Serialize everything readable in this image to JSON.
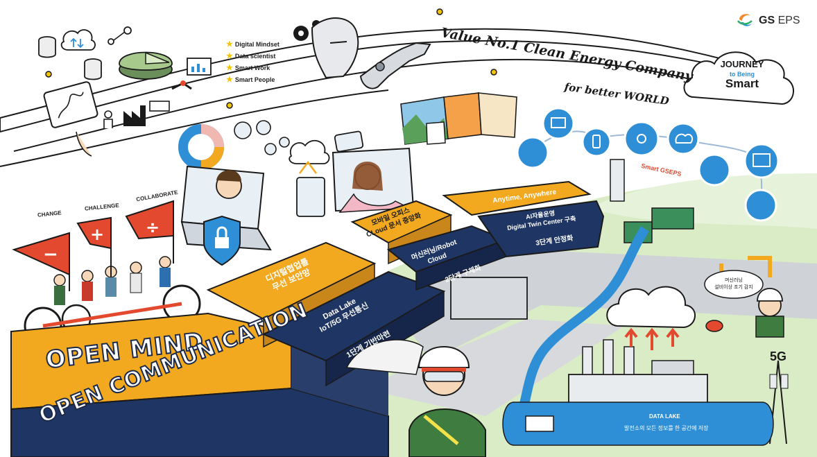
{
  "brand": {
    "logo_text_bold": "GS",
    "logo_text_light": "EPS"
  },
  "vision": {
    "line1": "Value No.1 Clean Energy Company",
    "line2": "for better WORLD"
  },
  "journey_cloud": {
    "line1": "JOURNEY",
    "line2": "to Being",
    "line3": "Smart"
  },
  "skills": [
    "Digital Mindset",
    "Data scientist",
    "Smart Work",
    "Smart People"
  ],
  "flags": [
    "CHANGE",
    "CHALLENGE",
    "COLLABORATE"
  ],
  "banners": {
    "mind": "OPEN MIND",
    "communication": "OPEN COMMUNICATION"
  },
  "steps": {
    "yellow1": {
      "line1": "디지털협업툴",
      "line2": "무선 보안망"
    },
    "navy1": {
      "line1": "Data Lake",
      "line2": "IoT/5G 무선통신",
      "line3": "1단계 기반마련"
    },
    "yellow2": {
      "line1": "모바일 오피스",
      "line2": "CLoud 문서 중앙화"
    },
    "navy2": {
      "line1": "머신러닝/Robot",
      "line2": "Cloud",
      "line3": "2단계 구체화"
    },
    "yellow3": {
      "line1": "Anytime, Anywhere"
    },
    "navy3": {
      "line1": "AI자율운영",
      "line2": "Digital Twin Center 구축",
      "line3": "3단계 안정화"
    }
  },
  "smart_label": "Smart GSEPS",
  "ml_bubble": {
    "line1": "머신러닝",
    "line2": "설비이상 조기 감지"
  },
  "fiveg": "5G",
  "data_lake": {
    "title": "DATA LAKE",
    "caption": "발전소의 모든 정보를 한 공간에 저장"
  },
  "colors": {
    "navy": "#1f3563",
    "yellow": "#f2a91f",
    "sky": "#2e8fd6",
    "red": "#e2492f",
    "green_ground": "#cfe6b8",
    "grey_road": "#c7c9cc"
  },
  "icons": [
    "database-icon",
    "cloud-sync-icon",
    "server-icon",
    "pie-chart-icon",
    "bar-chart-icon",
    "tablet-icon",
    "factory-icon",
    "robot-head-icon",
    "robot-hand-icon",
    "gear-icon",
    "lock-icon",
    "laptop-icon",
    "phone-icon",
    "drone-icon",
    "worker-icon",
    "tandem-bike-icon"
  ]
}
